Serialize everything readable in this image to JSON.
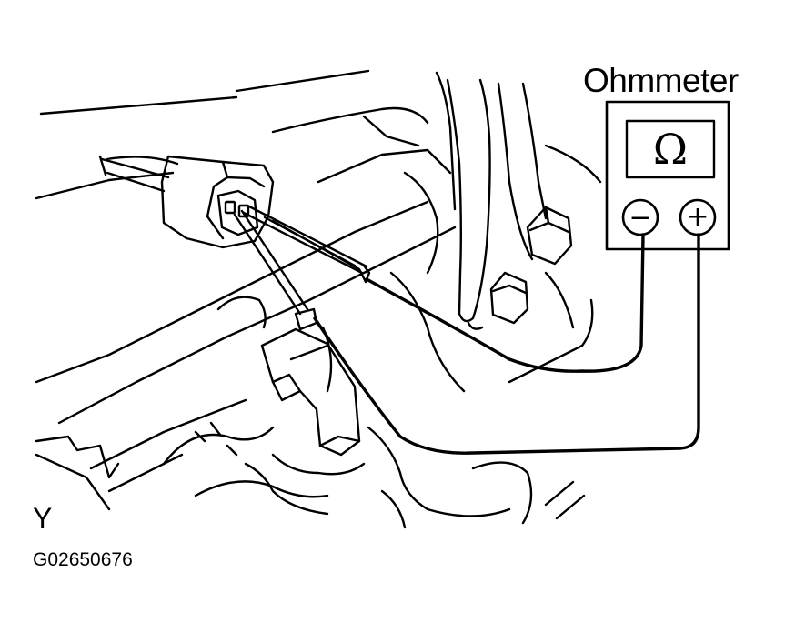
{
  "meter": {
    "title": "Ohmmeter",
    "display_symbol": "Ω",
    "negative_terminal": "−",
    "positive_terminal": "+"
  },
  "caption": {
    "view_letter": "Y",
    "figure_code": "G02650676"
  },
  "icons": [
    "ohmmeter-icon",
    "connector-icon",
    "test-probe-icon",
    "bolt-icon"
  ],
  "colors": {
    "line": "#000000",
    "background": "#ffffff"
  }
}
